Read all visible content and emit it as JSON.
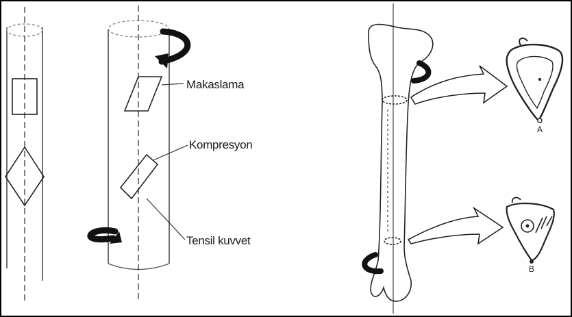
{
  "labels": {
    "shear": "Makaslama",
    "compression": "Kompresyon",
    "tensile": "Tensil kuvvet"
  },
  "section_letters": {
    "top": "A",
    "bottom": "B"
  },
  "colors": {
    "ink": "#1a1a1a",
    "frame": "#000000",
    "background": "#ffffff"
  }
}
